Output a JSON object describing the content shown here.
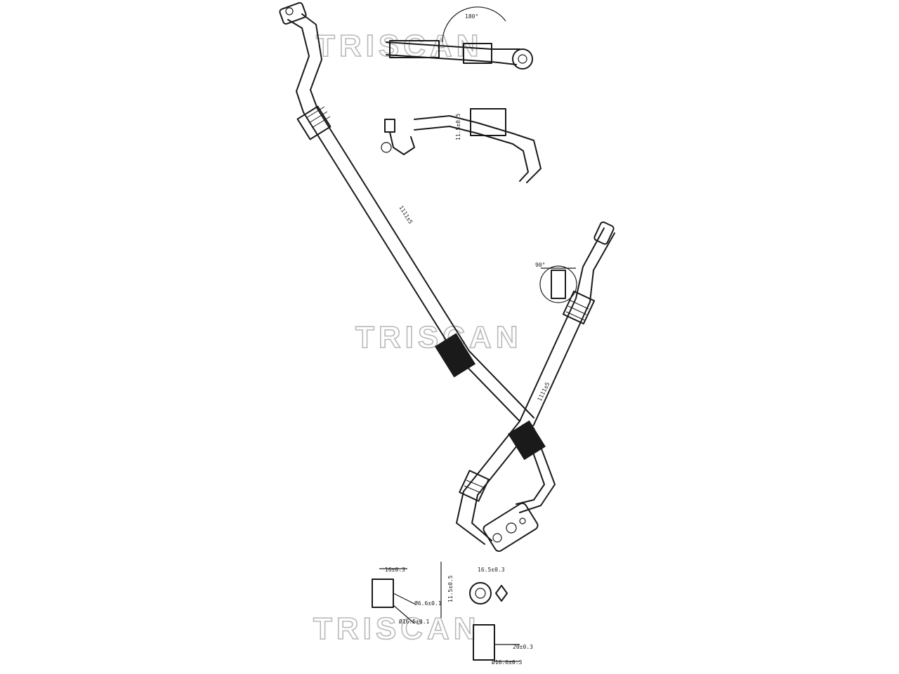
{
  "watermarks": [
    "TRISCAN",
    "TRISCAN",
    "TRISCAN"
  ],
  "labels": {
    "angle_top": "180°",
    "length_main": "1111±5",
    "length_second": "1111±5",
    "dim_small_a": "16±0.3",
    "dim_small_b": "Ø6.6±0.1",
    "dim_small_c": "Ø16.5±0.1",
    "dim_right_a": "16.5±0.3",
    "dim_right_b": "20±0.3",
    "dim_right_c": "Ø16.6±0.3",
    "dim_vertical": "11.5±0.5",
    "angle_mid": "90°"
  }
}
